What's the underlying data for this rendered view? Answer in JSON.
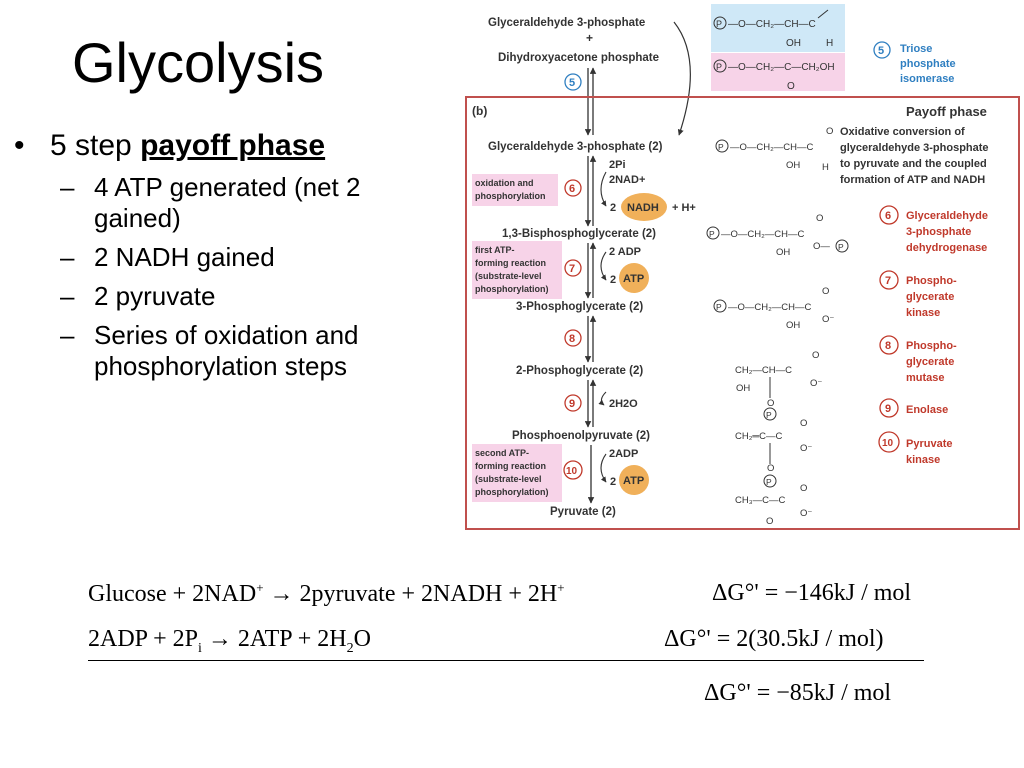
{
  "title": "Glycolysis",
  "bullet": {
    "prefix": "5 step ",
    "emphasis": "payoff phase"
  },
  "sub_bullets": [
    "4 ATP generated (net 2 gained)",
    "2 NADH gained",
    "2 pyruvate",
    "Series of oxidation and phosphorylation steps"
  ],
  "diagram": {
    "top": {
      "g3p": "Glyceraldehyde 3-phosphate",
      "plus": "+",
      "dhap": "Dihydroxyacetone phosphate",
      "step5": "5",
      "enzyme5": [
        "Triose",
        "phosphate",
        "isomerase"
      ]
    },
    "panel_label": "(b)",
    "panel_title": "Payoff phase",
    "desc": [
      "Oxidative conversion of",
      "glyceraldehyde 3-phosphate",
      "to pyruvate and the coupled",
      "formation of ATP and NADH"
    ],
    "metabolites": [
      "Glyceraldehyde 3-phosphate  (2)",
      "1,3-Bisphosphoglycerate  (2)",
      "3-Phosphoglycerate  (2)",
      "2-Phosphoglycerate  (2)",
      "Phosphoenolpyruvate  (2)",
      "Pyruvate  (2)"
    ],
    "step_numbers": [
      "6",
      "7",
      "8",
      "9",
      "10"
    ],
    "inputs": {
      "s6_pi": "2Pi",
      "s6_nad": "2NAD+",
      "s6_two": "2",
      "s6_nadh": "NADH",
      "s6_h": "+ H+",
      "s7_adp": "2 ADP",
      "s7_two": "2",
      "s7_atp": "ATP",
      "s9_water": "2H2O",
      "s10_adp": "2ADP",
      "s10_two": "2",
      "s10_atp": "ATP"
    },
    "side_labels": {
      "ox": [
        "oxidation and",
        "phosphorylation"
      ],
      "first": [
        "first ATP-",
        "forming reaction",
        "(substrate-level",
        "phosphorylation)"
      ],
      "second": [
        "second ATP-",
        "forming reaction",
        "(substrate-level",
        "phosphorylation)"
      ]
    },
    "enzymes": [
      {
        "num": "6",
        "lines": [
          "Glyceraldehyde",
          "3-phosphate",
          "dehydrogenase"
        ]
      },
      {
        "num": "7",
        "lines": [
          "Phospho-",
          "glycerate",
          "kinase"
        ]
      },
      {
        "num": "8",
        "lines": [
          "Phospho-",
          "glycerate",
          "mutase"
        ]
      },
      {
        "num": "9",
        "lines": [
          "Enolase"
        ]
      },
      {
        "num": "10",
        "lines": [
          "Pyruvate",
          "kinase"
        ]
      }
    ],
    "colors": {
      "panel_border": "#c0504d",
      "blue_box": "#cfe8f7",
      "pink_box": "#f7d3e8",
      "orange": "#f0b05a",
      "enzyme": "#c0392b",
      "step_blue": "#2f7fc1"
    }
  },
  "equations": {
    "eq1_left": "Glucose + 2NAD",
    "eq1_sup": "+",
    "eq1_mid": " → 2pyruvate + 2NADH + 2H",
    "eq1_sup2": "+",
    "eq1_dg": "ΔG°' = −146kJ / mol",
    "eq2_left": "2ADP + 2P",
    "eq2_sub": "i",
    "eq2_mid": " → 2ATP + 2H",
    "eq2_sub2": "2",
    "eq2_end": "O",
    "eq2_dg": "ΔG°' = 2(30.5kJ / mol)",
    "eq3_dg": "ΔG°' = −85kJ / mol"
  }
}
